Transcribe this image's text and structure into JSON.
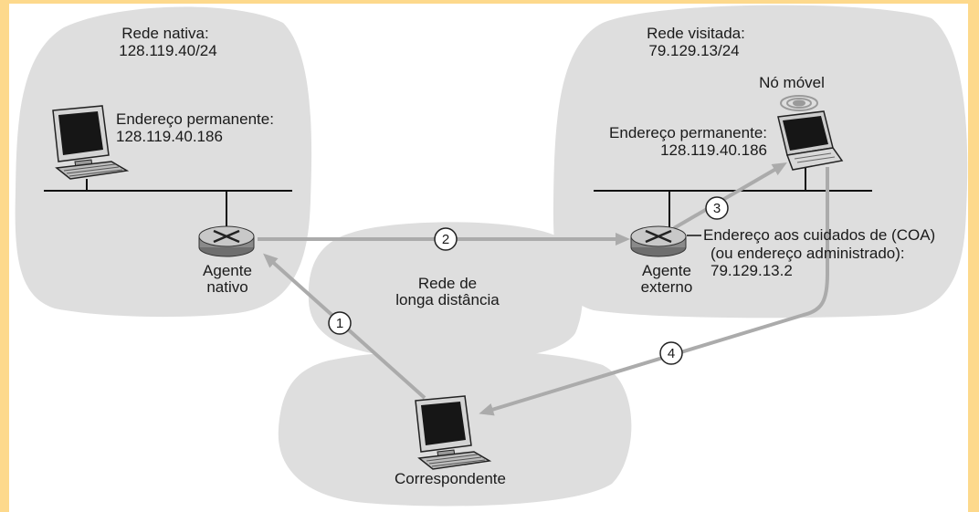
{
  "colors": {
    "frame": "#FDD98C",
    "panel": "#FFFFFF",
    "cloud": "#DEDEDE",
    "arrow": "#ABABAB"
  },
  "icons": {
    "host": "desktop-computer-icon",
    "mobile": "laptop-icon",
    "agent": "router-icon",
    "signal": "wireless-signal-icon"
  },
  "home_network": {
    "name": "Rede nativa:",
    "prefix": "128.119.40/24"
  },
  "home_host": {
    "address_label": "Endereço permanente:",
    "address": "128.119.40.186"
  },
  "home_agent": {
    "line1": "Agente",
    "line2": "nativo"
  },
  "wide_area_network": {
    "line1": "Rede de",
    "line2": "longa distância"
  },
  "visited_network": {
    "name": "Rede visitada:",
    "prefix": "79.129.13/24"
  },
  "mobile_node": {
    "name": "Nó móvel",
    "address_label": "Endereço permanente:",
    "address": "128.119.40.186"
  },
  "foreign_agent": {
    "line1": "Agente",
    "line2": "externo",
    "coa_line1": "Endereço aos cuidados de (COA)",
    "coa_line2": "(ou endereço administrado):",
    "coa_address": "79.129.13.2"
  },
  "correspondent": {
    "name": "Correspondente"
  },
  "steps": [
    "1",
    "2",
    "3",
    "4"
  ]
}
